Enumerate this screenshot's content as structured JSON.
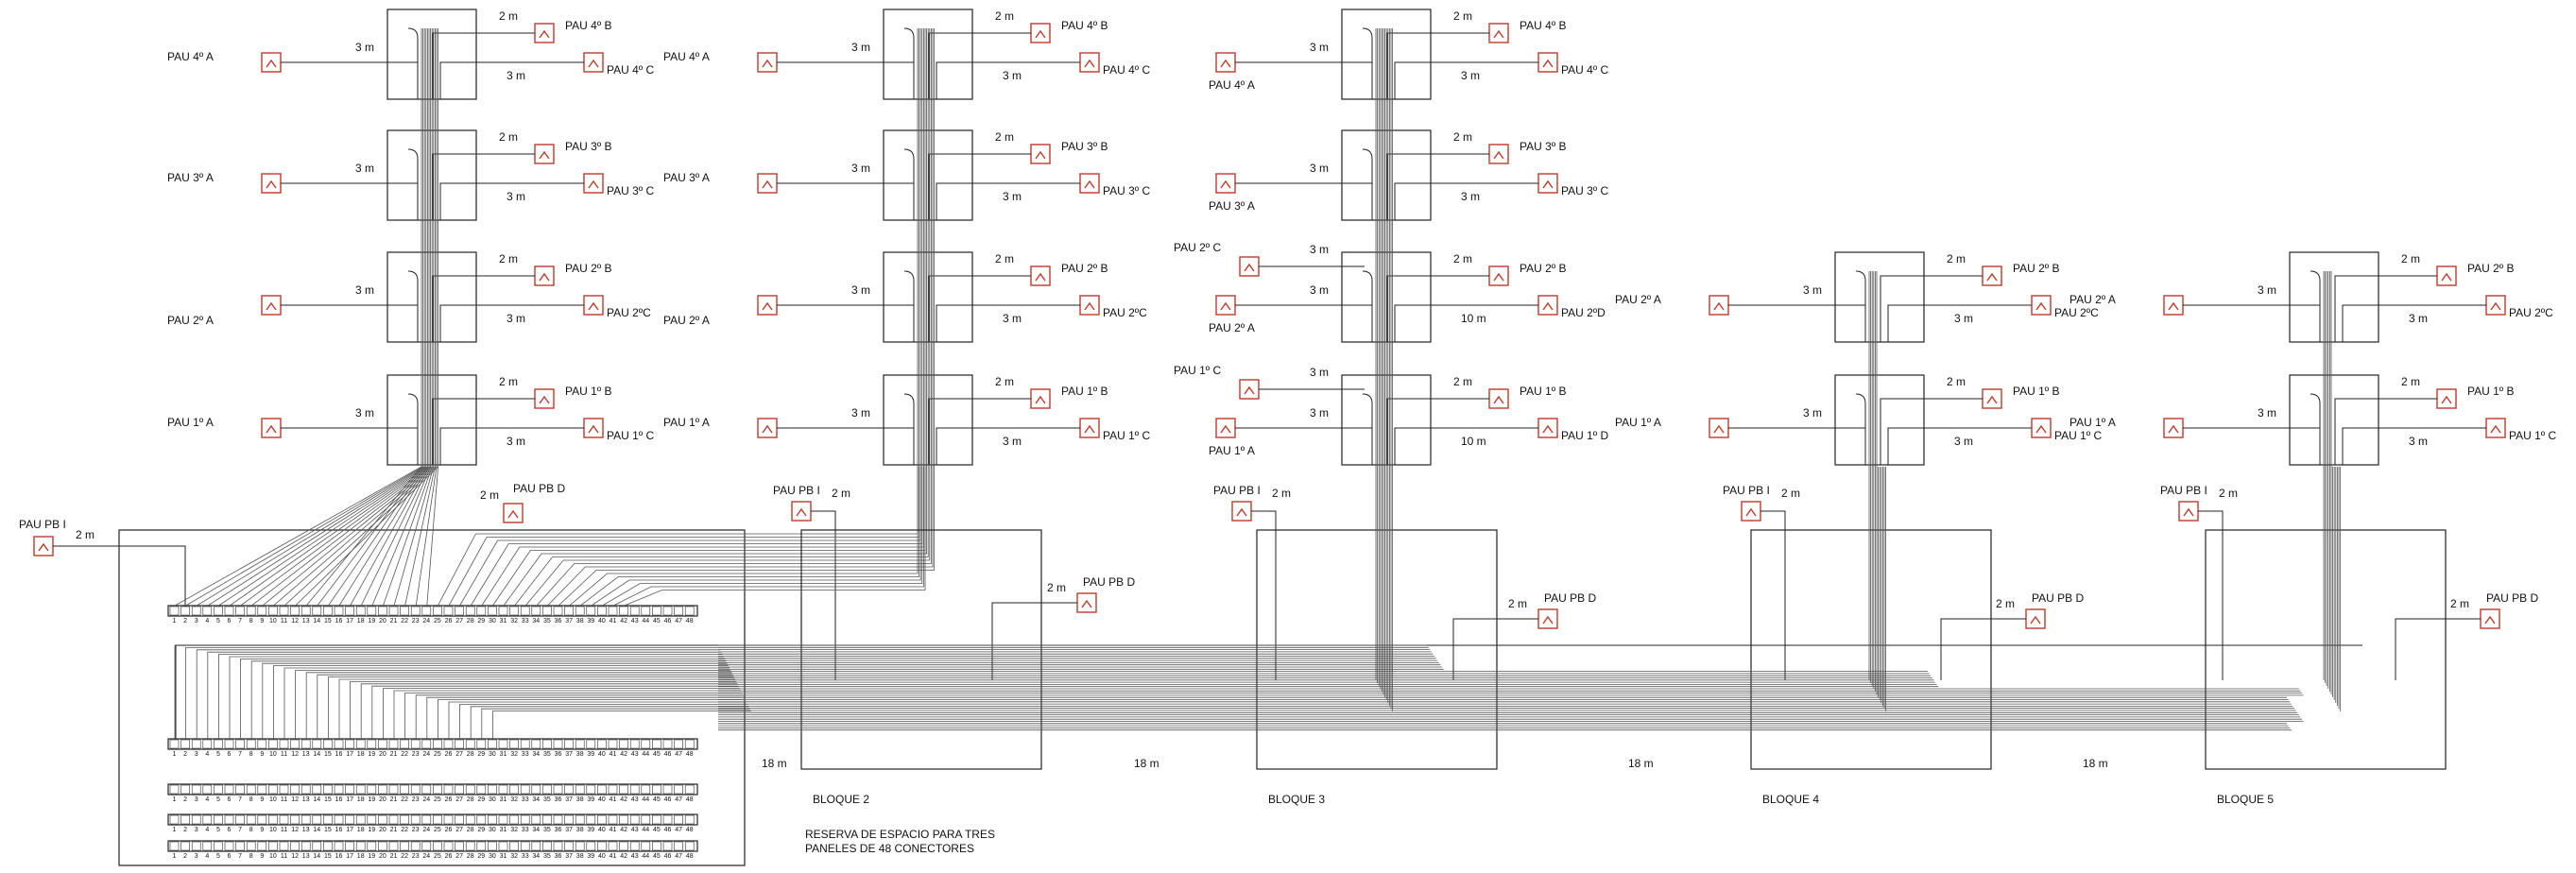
{
  "towers": [
    {
      "id": "t1",
      "floors": [
        {
          "left": "PAU 4º A",
          "top": "PAU 4º B",
          "right": "PAU 4º C",
          "d_left": "3 m",
          "d_top": "2 m",
          "d_right": "3 m"
        },
        {
          "left": "PAU 3º A",
          "top": "PAU 3º B",
          "right": "PAU 3º C",
          "d_left": "3 m",
          "d_top": "2 m",
          "d_right": "3 m"
        },
        {
          "left": "PAU 2º A",
          "top": "PAU 2º B",
          "right": "PAU 2ºC",
          "d_left": "3 m",
          "d_top": "2 m",
          "d_right": "3 m"
        },
        {
          "left": "PAU 1º A",
          "top": "PAU 1º B",
          "right": "PAU 1º C",
          "d_left": "3 m",
          "d_top": "2 m",
          "d_right": "3 m"
        }
      ]
    },
    {
      "id": "t2",
      "floors": [
        {
          "left": "PAU 4º A",
          "top": "PAU 4º B",
          "right": "PAU 4º C",
          "d_left": "3 m",
          "d_top": "2 m",
          "d_right": "3 m"
        },
        {
          "left": "PAU 3º A",
          "top": "PAU 3º B",
          "right": "PAU 3º C",
          "d_left": "3 m",
          "d_top": "2 m",
          "d_right": "3 m"
        },
        {
          "left": "PAU 2º A",
          "top": "PAU 2º B",
          "right": "PAU 2ºC",
          "d_left": "3 m",
          "d_top": "2 m",
          "d_right": "3 m"
        },
        {
          "left": "PAU 1º A",
          "top": "PAU 1º B",
          "right": "PAU 1º C",
          "d_left": "3 m",
          "d_top": "2 m",
          "d_right": "3 m"
        }
      ]
    },
    {
      "id": "t3",
      "floors": [
        {
          "left": "PAU 4º A",
          "top": "PAU 4º B",
          "right": "PAU 4º C",
          "d_left": "3 m",
          "d_top": "2 m",
          "d_right": "3 m"
        },
        {
          "left": "PAU 3º A",
          "top": "PAU 3º B",
          "right": "PAU 3º C",
          "d_left": "3 m",
          "d_top": "2 m",
          "d_right": "3 m"
        },
        {
          "left": "PAU 2º A",
          "top": "PAU 2º B",
          "right": "PAU 2ºD",
          "extra": "PAU 2º C",
          "d_left": "3 m",
          "d_extra": "3 m",
          "d_top": "2 m",
          "d_right": "10 m"
        },
        {
          "left": "PAU 1º A",
          "top": "PAU 1º B",
          "right": "PAU 1º D",
          "extra": "PAU 1º C",
          "d_left": "3 m",
          "d_extra": "3 m",
          "d_top": "2 m",
          "d_right": "10 m"
        }
      ]
    },
    {
      "id": "t4",
      "floors": [
        {
          "left": "PAU 2º A",
          "top": "PAU 2º B",
          "right": "PAU 2ºC",
          "d_left": "3 m",
          "d_top": "2 m",
          "d_right": "3 m"
        },
        {
          "left": "PAU 1º A",
          "top": "PAU 1º B",
          "right": "PAU 1º C",
          "d_left": "3 m",
          "d_top": "2 m",
          "d_right": "3 m"
        }
      ]
    },
    {
      "id": "t5",
      "floors": [
        {
          "left": "PAU 2º A",
          "top": "PAU 2º B",
          "right": "PAU 2ºC",
          "d_left": "3 m",
          "d_top": "2 m",
          "d_right": "3 m"
        },
        {
          "left": "PAU 1º A",
          "top": "PAU 1º B",
          "right": "PAU 1º C",
          "d_left": "3 m",
          "d_top": "2 m",
          "d_right": "3 m"
        }
      ]
    }
  ],
  "ground": {
    "pb_i": "PAU PB I",
    "pb_d": "PAU PB D",
    "d_pb": "2 m"
  },
  "blocks": [
    "BLOQUE 2",
    "BLOQUE 3",
    "BLOQUE 4",
    "BLOQUE 5"
  ],
  "distances": [
    "18 m",
    "18 m",
    "18 m",
    "18 m"
  ],
  "note": [
    "RESERVA DE ESPACIO PARA TRES",
    "PANELES DE 48 CONECTORES"
  ],
  "panel_ports": [
    "1",
    "2",
    "3",
    "4",
    "5",
    "6",
    "7",
    "8",
    "9",
    "10",
    "11",
    "12",
    "13",
    "14",
    "15",
    "16",
    "17",
    "18",
    "19",
    "20",
    "21",
    "22",
    "23",
    "24",
    "25",
    "26",
    "27",
    "28",
    "29",
    "30",
    "31",
    "32",
    "33",
    "34",
    "35",
    "36",
    "37",
    "38",
    "39",
    "40",
    "41",
    "42",
    "43",
    "44",
    "45",
    "46",
    "47",
    "48"
  ],
  "colors": {
    "pau": "#c0392b",
    "line": "#222222"
  }
}
